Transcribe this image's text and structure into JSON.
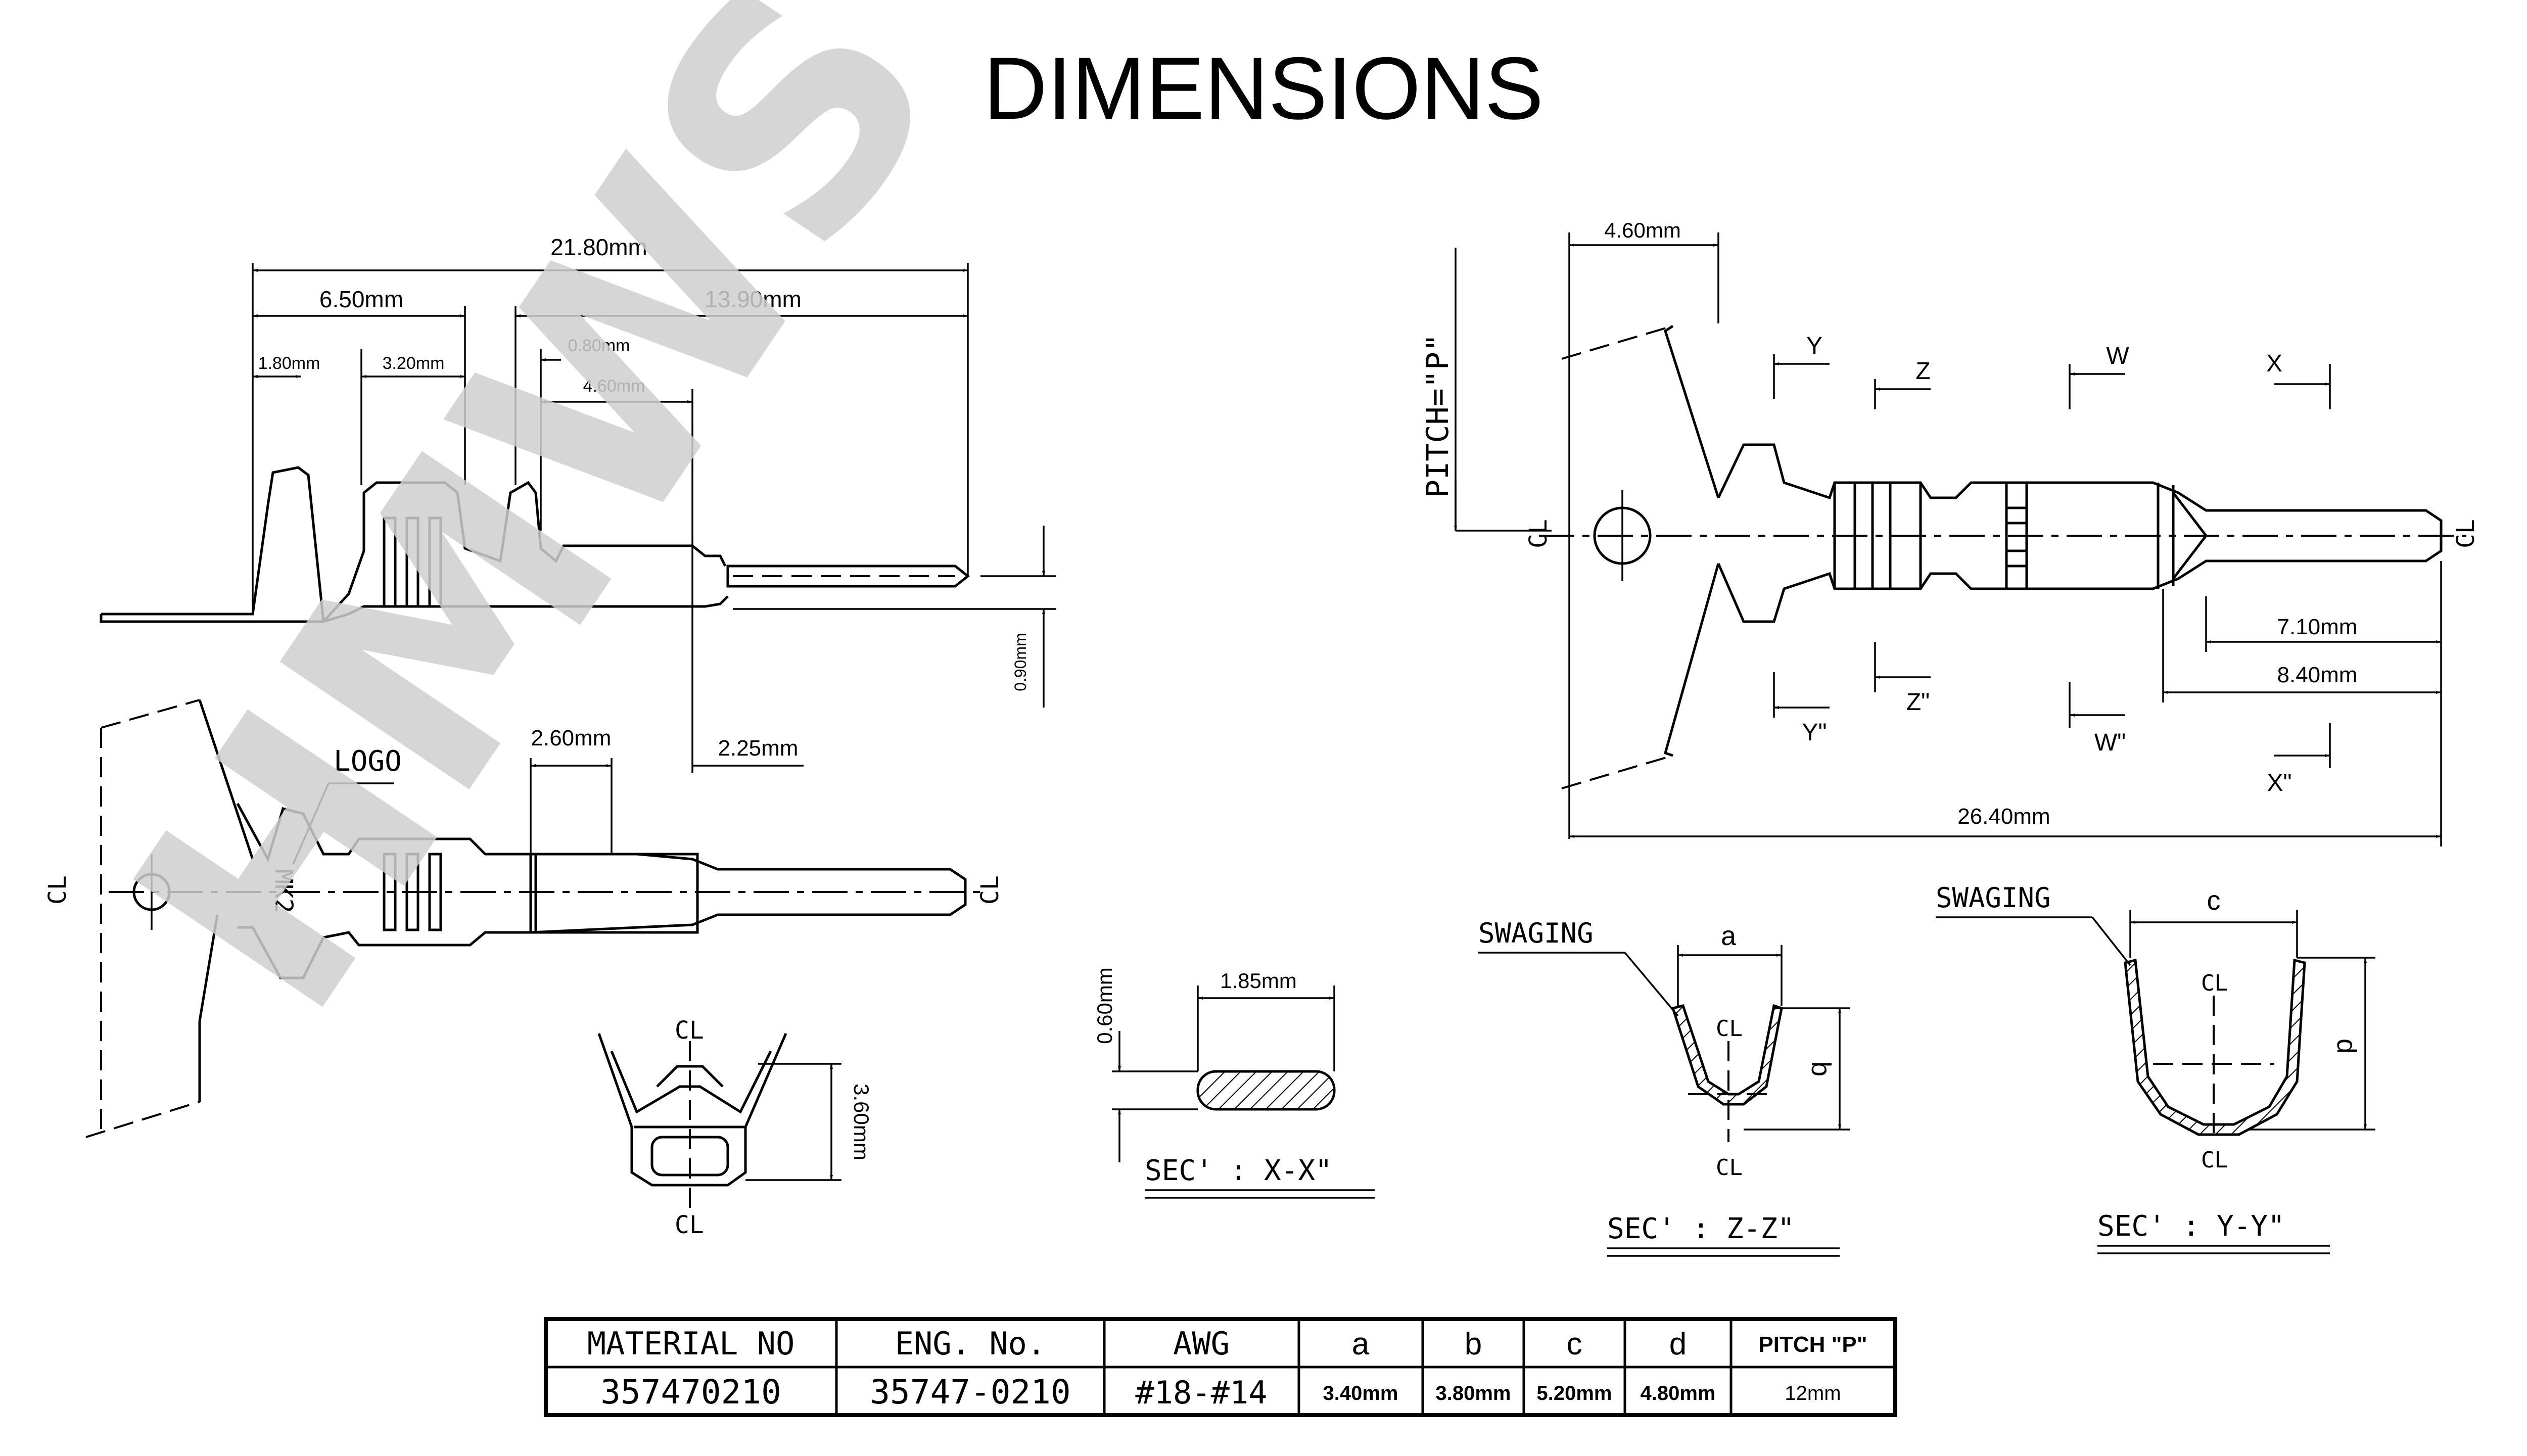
{
  "title": "DIMENSIONS",
  "watermark": "HMWS",
  "side_view": {
    "dim_total": "21.80mm",
    "dim_front": "6.50mm",
    "dim_rear": "13.90mm",
    "dim_a": "1.80mm",
    "dim_b": "3.20mm",
    "dim_c": "0.80mm",
    "dim_d": "4.60mm",
    "dim_thk": "0.90mm",
    "dim_e": "2.60mm",
    "dim_f": "2.25mm"
  },
  "top_view": {
    "logo_label": "LOGO",
    "logo_text": "MK2",
    "centerline": "CL",
    "dim_height": "3.60mm"
  },
  "section_xx": {
    "label": "SEC' : X-X\"",
    "dim_width": "1.85mm",
    "dim_height": "0.60mm"
  },
  "right_view": {
    "dim_top": "4.60mm",
    "pitch_label": "PITCH=\"P\"",
    "dim_pin": "7.10mm",
    "dim_pin2": "8.40mm",
    "dim_total": "26.40mm",
    "cut_y": "Y",
    "cut_y2": "Y\"",
    "cut_z": "Z",
    "cut_z2": "Z\"",
    "cut_w": "W",
    "cut_w2": "W\"",
    "cut_x": "X",
    "cut_x2": "X\""
  },
  "section_zz": {
    "swaging": "SWAGING",
    "label": "SEC' : Z-Z\"",
    "dim_a": "a",
    "dim_b": "b"
  },
  "section_yy": {
    "swaging": "SWAGING",
    "label": "SEC' : Y-Y\"",
    "dim_c": "c",
    "dim_d": "d"
  },
  "table": {
    "headers": [
      "MATERIAL NO",
      "ENG. No.",
      "AWG",
      "a",
      "b",
      "c",
      "d",
      "PITCH \"P\""
    ],
    "row": [
      "357470210",
      "35747-0210",
      "#18-#14",
      "3.40mm",
      "3.80mm",
      "5.20mm",
      "4.80mm",
      "12mm"
    ]
  }
}
